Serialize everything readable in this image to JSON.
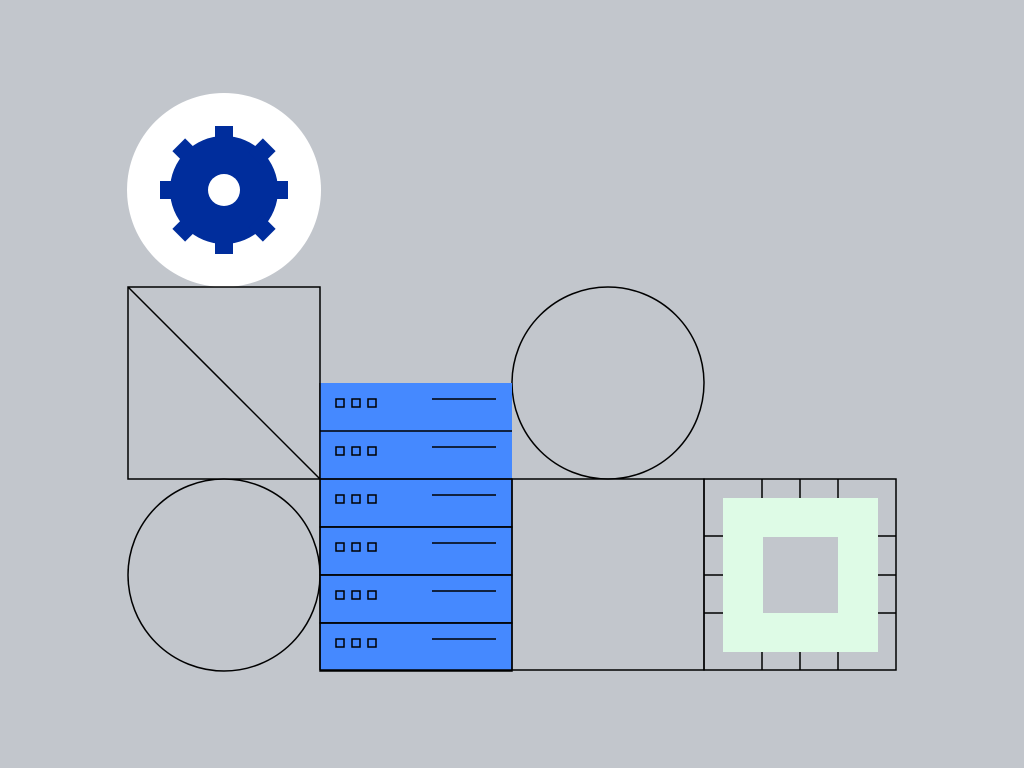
{
  "colors": {
    "background": "#c2c6cc",
    "gear_circle": "#ffffff",
    "gear": "#002d9c",
    "server": "#4589ff",
    "accent_square": "#defbe6",
    "stroke": "#000000"
  },
  "icons": [
    "gear-icon",
    "server-rack-icon",
    "circle-shape",
    "square-diagonal-shape",
    "grid-frame-shape"
  ],
  "server": {
    "units": 6
  }
}
